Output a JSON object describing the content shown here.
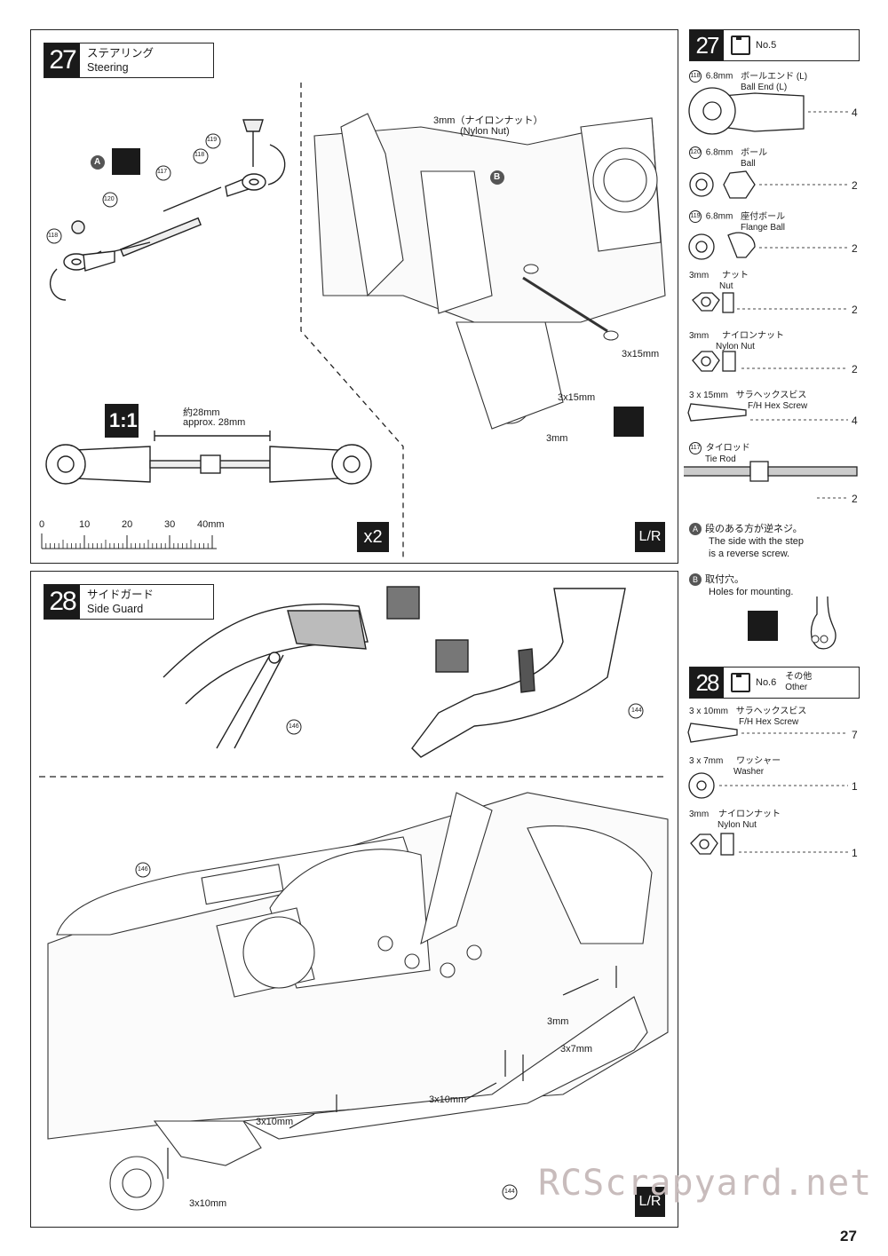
{
  "step27": {
    "number": "27",
    "title_jp": "ステアリング",
    "title_en": "Steering",
    "nylon_nut_jp": "3mm（ナイロンナット）",
    "nylon_nut_en": "(Nylon Nut)",
    "screw1": "3x15mm",
    "screw2": "3x15mm",
    "nut": "3mm",
    "marker_a": "A",
    "marker_b": "B",
    "parts": {
      "p117": "117",
      "p118a": "118",
      "p118b": "118",
      "p119": "119",
      "p120": "120"
    },
    "scale": "1:1",
    "length_jp": "約28mm",
    "length_en": "approx. 28mm",
    "ruler": [
      "0",
      "10",
      "20",
      "30",
      "40mm"
    ],
    "x2": "x2",
    "lr": "L/R"
  },
  "step28": {
    "number": "28",
    "title_jp": "サイドガード",
    "title_en": "Side Guard",
    "parts": {
      "p144a": "144",
      "p146a": "146",
      "p146b": "146",
      "p144b": "144"
    },
    "screw_a": "3mm",
    "screw_b": "3x7mm",
    "screw_c": "3x10mm",
    "screw_d": "3x10mm",
    "screw_e": "3x10mm",
    "lr": "L/R"
  },
  "bag27": {
    "number": "27",
    "bag": "No.5",
    "items": [
      {
        "num": "118",
        "size": "6.8mm",
        "jp": "ボールエンド (L)",
        "en": "Ball End (L)",
        "qty": "4"
      },
      {
        "num": "120",
        "size": "6.8mm",
        "jp": "ボール",
        "en": "Ball",
        "qty": "2"
      },
      {
        "num": "119",
        "size": "6.8mm",
        "jp": "座付ボール",
        "en": "Flange Ball",
        "qty": "2"
      },
      {
        "num": "",
        "size": "3mm",
        "jp": "ナット",
        "en": "Nut",
        "qty": "2"
      },
      {
        "num": "",
        "size": "3mm",
        "jp": "ナイロンナット",
        "en": "Nylon Nut",
        "qty": "2"
      },
      {
        "num": "",
        "size": "3 x 15mm",
        "jp": "サラヘックスビス",
        "en": "F/H Hex Screw",
        "qty": "4"
      },
      {
        "num": "117",
        "size": "",
        "jp": "タイロッド",
        "en": "Tie Rod",
        "qty": "2"
      }
    ],
    "note_a_badge": "A",
    "note_a_jp": "段のある方が逆ネジ。",
    "note_a_en1": "The side with the step",
    "note_a_en2": "is a reverse screw.",
    "note_b_badge": "B",
    "note_b_jp": "取付穴。",
    "note_b_en": "Holes for mounting."
  },
  "bag28": {
    "number": "28",
    "bag": "No.6",
    "bag_jp": "その他",
    "bag_en": "Other",
    "items": [
      {
        "size": "3 x 10mm",
        "jp": "サラヘックスビス",
        "en": "F/H Hex Screw",
        "qty": "7"
      },
      {
        "size": "3 x 7mm",
        "jp": "ワッシャー",
        "en": "Washer",
        "qty": "1"
      },
      {
        "size": "3mm",
        "jp": "ナイロンナット",
        "en": "Nylon Nut",
        "qty": "1"
      }
    ]
  },
  "watermark": "RCScrapyard.net",
  "page_number": "27"
}
